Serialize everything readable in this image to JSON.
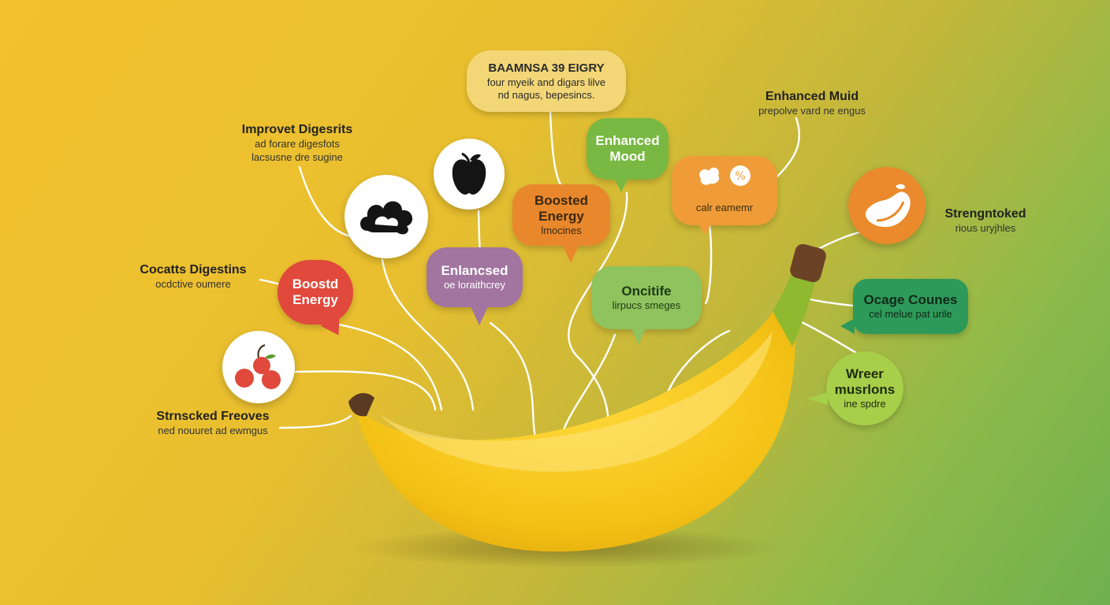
{
  "top_callout": {
    "title": "BAAMNSA 39 EIGRY",
    "line1": "four myeik and digars lilve",
    "line2": "nd nagus, bepesincs."
  },
  "labels": {
    "improve_digestion": {
      "title": "Improvet Digesrits",
      "line1": "ad forare digesfots",
      "line2": "lacsusne dre sugine"
    },
    "cocats_digestins": {
      "title": "Cocatts Digestins",
      "line1": "ocdctive oumere"
    },
    "strnscked_freoves": {
      "title": "Strnscked Freoves",
      "line1": "ned nouuret ad ewmgus"
    },
    "enhanced_muid": {
      "title": "Enhanced Muid",
      "line1": "prepolve vard ne engus"
    },
    "strengtotked": {
      "title": "Strengntoked",
      "line1": "rious uryjhles"
    }
  },
  "bubbles": {
    "boostd_energy": {
      "line1": "Boostd",
      "line2": "Energy",
      "color": "#e0493c"
    },
    "enhanced_mood": {
      "line1": "Enhanced",
      "line2": "Mood",
      "color": "#79b843"
    },
    "boosted_energy": {
      "line1": "Boosted",
      "line2": "Energy",
      "sub": "lmocines",
      "color": "#e9872c"
    },
    "enlanced": {
      "title": "Enlancsed",
      "sub": "oe loraithcrey",
      "color": "#a274a0"
    },
    "calr_eamemr": {
      "sub": "calr eamemr",
      "color": "#ef9c38"
    },
    "oncitife": {
      "title": "Oncitife",
      "sub": "lirpucs smeges",
      "color": "#8ec35e"
    },
    "ocage_counes": {
      "title": "Ocage Counes",
      "sub": "cel melue pat urile",
      "color": "#2e9a5a"
    },
    "wreer_musrlons": {
      "line1": "Wreer",
      "line2": "musrlons",
      "sub": "ine spdre",
      "color": "#a7cf49"
    }
  },
  "icons": {
    "cloud": "cloud-icon",
    "apple": "apple-icon",
    "cherries": "cherries-icon",
    "peanut": "bean-icon",
    "mood": "heart-percent-icon"
  },
  "colors": {
    "banana": "#f6c618",
    "banana_highlight": "#ffe680",
    "stem": "#8fb92f",
    "tip": "#6b4226",
    "wire": "#ffffff"
  }
}
